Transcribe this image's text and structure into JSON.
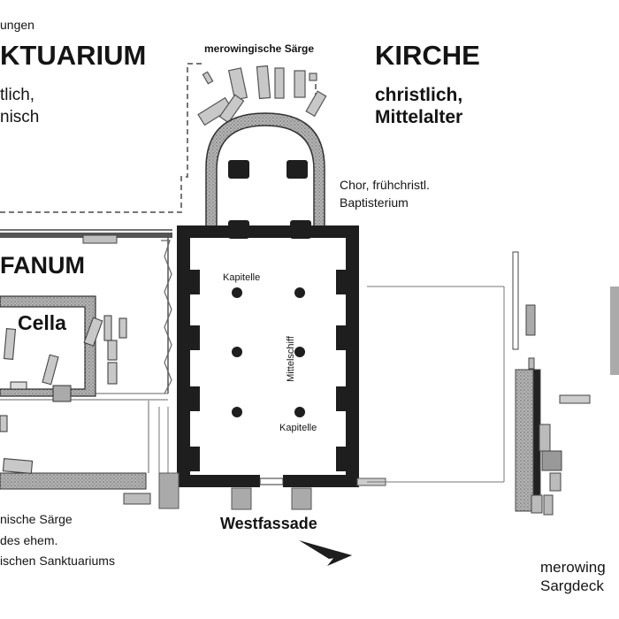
{
  "colors": {
    "wall": "#1e1e1e",
    "stone_fill": "#a8a8a8",
    "pale_fill": "#c8c8c8",
    "line": "#555555",
    "text": "#141414"
  },
  "labels": {
    "top_left_fragment": "ungen",
    "sanktuarium_title": "KTUARIUM",
    "sanktuarium_line1": "tlich,",
    "sanktuarium_line2": "nisch",
    "merowingische_saerge_top": "merowingische Särge",
    "kirche_title": "KIRCHE",
    "kirche_line1": "christlich,",
    "kirche_line2": "Mittelalter",
    "chor_line1": "Chor, frühchristl.",
    "chor_line2": "Baptisterium",
    "fanum": "FANUM",
    "cella": "Cella",
    "kapitelle_top": "Kapitelle",
    "mittelschiff": "Mittelschiff",
    "kapitelle_bottom": "Kapitelle",
    "westfassade": "Westfassade",
    "bottom_left_line1": "nische Särge",
    "bottom_left_line2": "des ehem.",
    "bottom_left_line3": "ischen Sanktuariums",
    "bottom_right_line1": "merowing",
    "bottom_right_line2": "Sargdeck"
  }
}
